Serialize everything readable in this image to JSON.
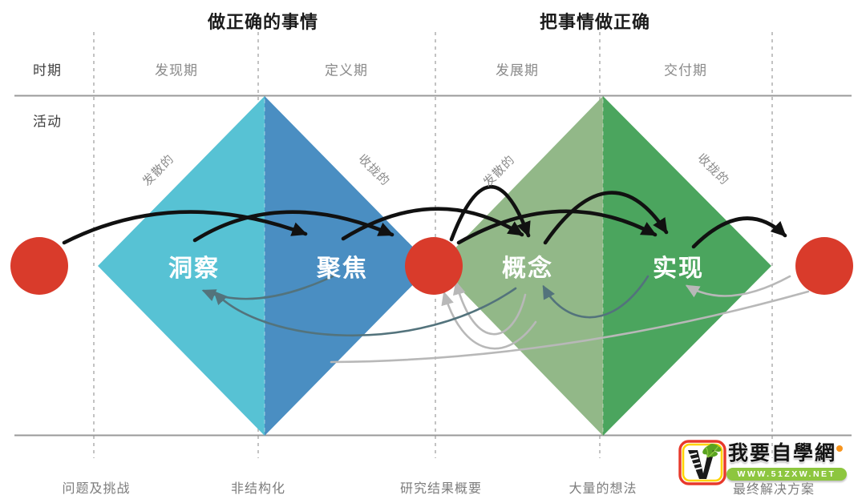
{
  "header": {
    "left_title": "做正确的事情",
    "right_title": "把事情做正确"
  },
  "rows": {
    "period_label": "时期",
    "activity_label": "活动"
  },
  "periods": [
    {
      "label": "发现期"
    },
    {
      "label": "定义期"
    },
    {
      "label": "发展期"
    },
    {
      "label": "交付期"
    }
  ],
  "diamonds": {
    "left": {
      "divergent_label": "发散的",
      "convergent_label": "收拢的",
      "divergent_stage": "洞察",
      "convergent_stage": "聚焦"
    },
    "right": {
      "divergent_label": "发散的",
      "convergent_label": "收拢的",
      "divergent_stage": "概念",
      "convergent_stage": "实现"
    }
  },
  "milestones": [
    {
      "label": "问题及挑战"
    },
    {
      "label": "非结构化"
    },
    {
      "label": "研究结果概要"
    },
    {
      "label": "大量的想法"
    },
    {
      "label": "最终解决方案"
    }
  ],
  "watermark": {
    "site_name": "我要自學網",
    "site_url": "WWW.51ZXW.NET"
  },
  "colors": {
    "diamond1_left": "#57c2d4",
    "diamond1_right": "#4a8ec2",
    "diamond2_left": "#92b888",
    "diamond2_right": "#4ba55e",
    "node_circle": "#d93b2b",
    "forward_arrow": "#111111",
    "back_arrow_dark": "#53737c",
    "back_arrow_light": "#b8b8b8",
    "axis_line": "#999999",
    "dash_line": "#b4b4b4",
    "wm_band": "#8dc63f",
    "wm_dot": "#f7941d",
    "wm_red": "#e8392b",
    "wm_yellow": "#ffd400",
    "wm_green": "#5aa321"
  }
}
